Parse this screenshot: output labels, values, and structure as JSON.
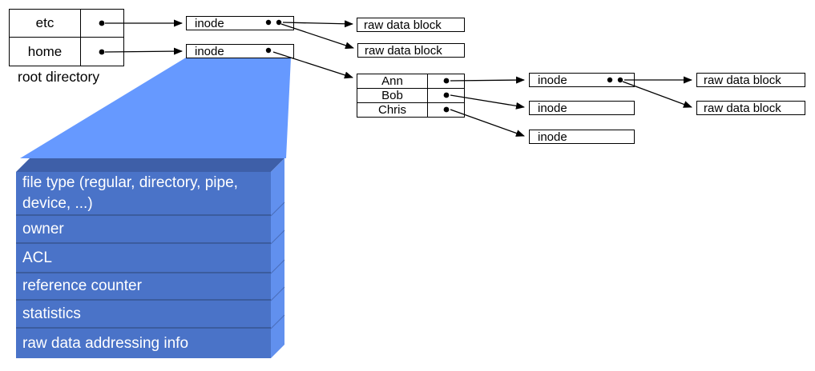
{
  "colors": {
    "funnel": "#6699ff",
    "inode_front": "#4a73c8",
    "inode_divider": "#3b5c9e",
    "inode_top": "#3e5fa8",
    "inode_side": "#6190ee",
    "inode_side_line": "#4a6db8",
    "line": "#000000",
    "box_border": "#000000"
  },
  "root_table": {
    "label": "root directory",
    "entries": [
      "etc",
      "home"
    ]
  },
  "labels": {
    "inode": "inode",
    "raw_data_block": "raw data block"
  },
  "home_table": {
    "entries": [
      "Ann",
      "Bob",
      "Chris"
    ]
  },
  "inode_detail": {
    "fields": [
      "file type (regular, directory, pipe, device, ...)",
      "owner",
      "ACL",
      "reference counter",
      "statistics",
      "raw data addressing info"
    ]
  }
}
